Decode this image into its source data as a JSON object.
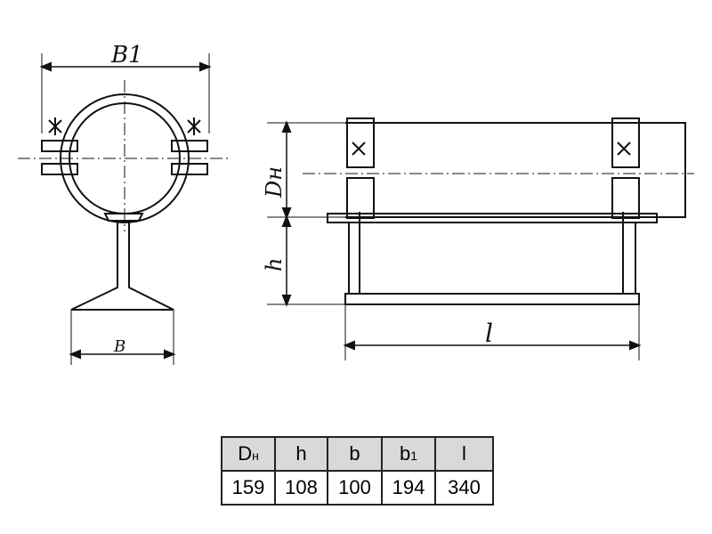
{
  "drawing": {
    "labels": {
      "b1": "B1",
      "dn": "Dн",
      "h": "h",
      "b": "B",
      "l": "l"
    }
  },
  "table": {
    "headers": [
      {
        "main": "D",
        "sub": "н"
      },
      {
        "main": "h",
        "sub": ""
      },
      {
        "main": "b",
        "sub": ""
      },
      {
        "main": "b",
        "sub": "1"
      },
      {
        "main": "l",
        "sub": ""
      }
    ],
    "values": [
      "159",
      "108",
      "100",
      "194",
      "340"
    ]
  }
}
